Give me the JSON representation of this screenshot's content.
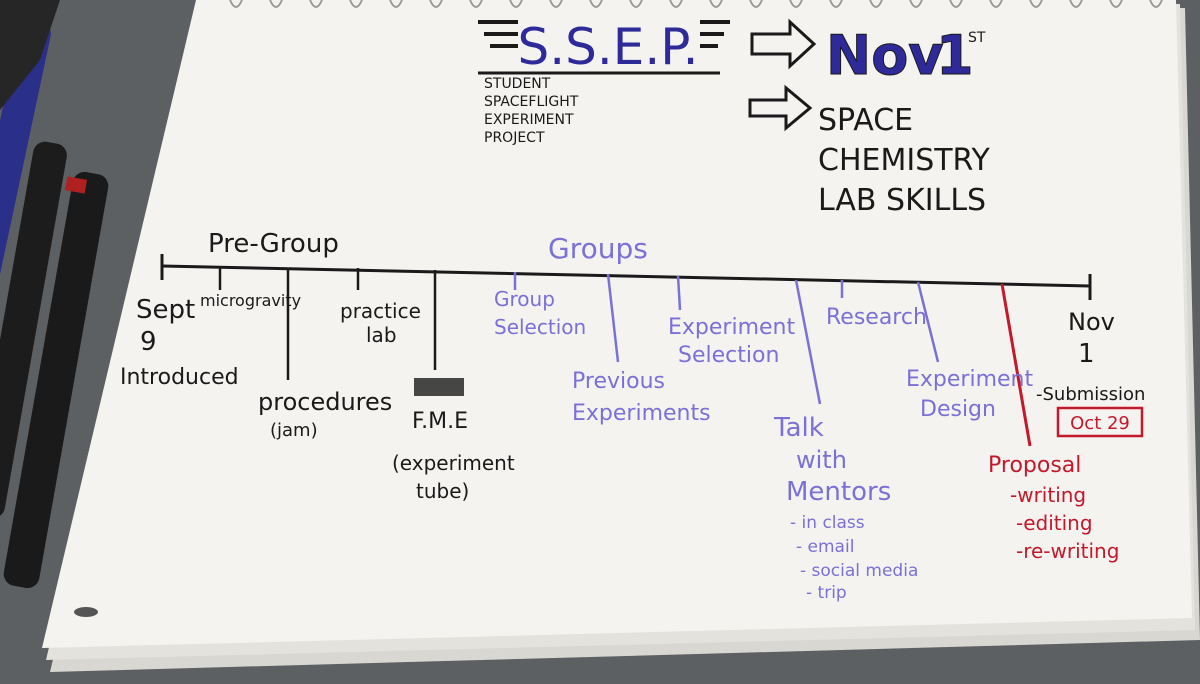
{
  "colors": {
    "desk": "#5d6063",
    "paper": "#f4f3f0",
    "ink": "#1a1a1a",
    "blue_ink": "#2e2a9a",
    "purple_ink": "#7b70d6",
    "red_ink": "#c4182b"
  },
  "header": {
    "title": "S.S.E.P.",
    "acronym": [
      "STUDENT",
      "SPACEFLIGHT",
      "EXPERIMENT",
      "PROJECT"
    ],
    "date_month": "Nov",
    "date_day": "1",
    "date_suffix": "ST",
    "topics": [
      "SPACE",
      "CHEMISTRY",
      "LAB SKILLS"
    ]
  },
  "timeline": {
    "pregroup_label": "Pre-Group",
    "groups_label": "Groups",
    "start": {
      "line1": "Sept",
      "line2": "9",
      "line3": "Introduced"
    },
    "microgravity": "microgravity",
    "procedures": {
      "line1": "procedures",
      "line2": "(jam)"
    },
    "practice_lab": {
      "line1": "practice",
      "line2": "lab"
    },
    "fme": {
      "line1": "F.M.E",
      "line2": "(experiment",
      "line3": "tube)"
    },
    "group_selection": {
      "line1": "Group",
      "line2": "Selection"
    },
    "previous_experiments": {
      "line1": "Previous",
      "line2": "Experiments"
    },
    "experiment_selection": {
      "line1": "Experiment",
      "line2": "Selection"
    },
    "talk_mentors": {
      "line1": "Talk",
      "line2": "with",
      "line3": "Mentors",
      "items": [
        "- in class",
        "- email",
        "- social media",
        "- trip"
      ]
    },
    "research": "Research",
    "experiment_design": {
      "line1": "Experiment",
      "line2": "Design"
    },
    "proposal": {
      "title": "Proposal",
      "items": [
        "-writing",
        "-editing",
        "-re-writing"
      ]
    },
    "end": {
      "line1": "Nov",
      "line2": "1",
      "submission": "-Submission",
      "deadline": "Oct 29"
    }
  }
}
